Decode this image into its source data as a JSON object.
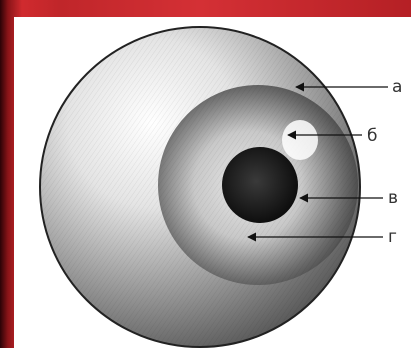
{
  "diagram": {
    "labels": {
      "a": "а",
      "b": "б",
      "v": "в",
      "g": "г"
    }
  }
}
